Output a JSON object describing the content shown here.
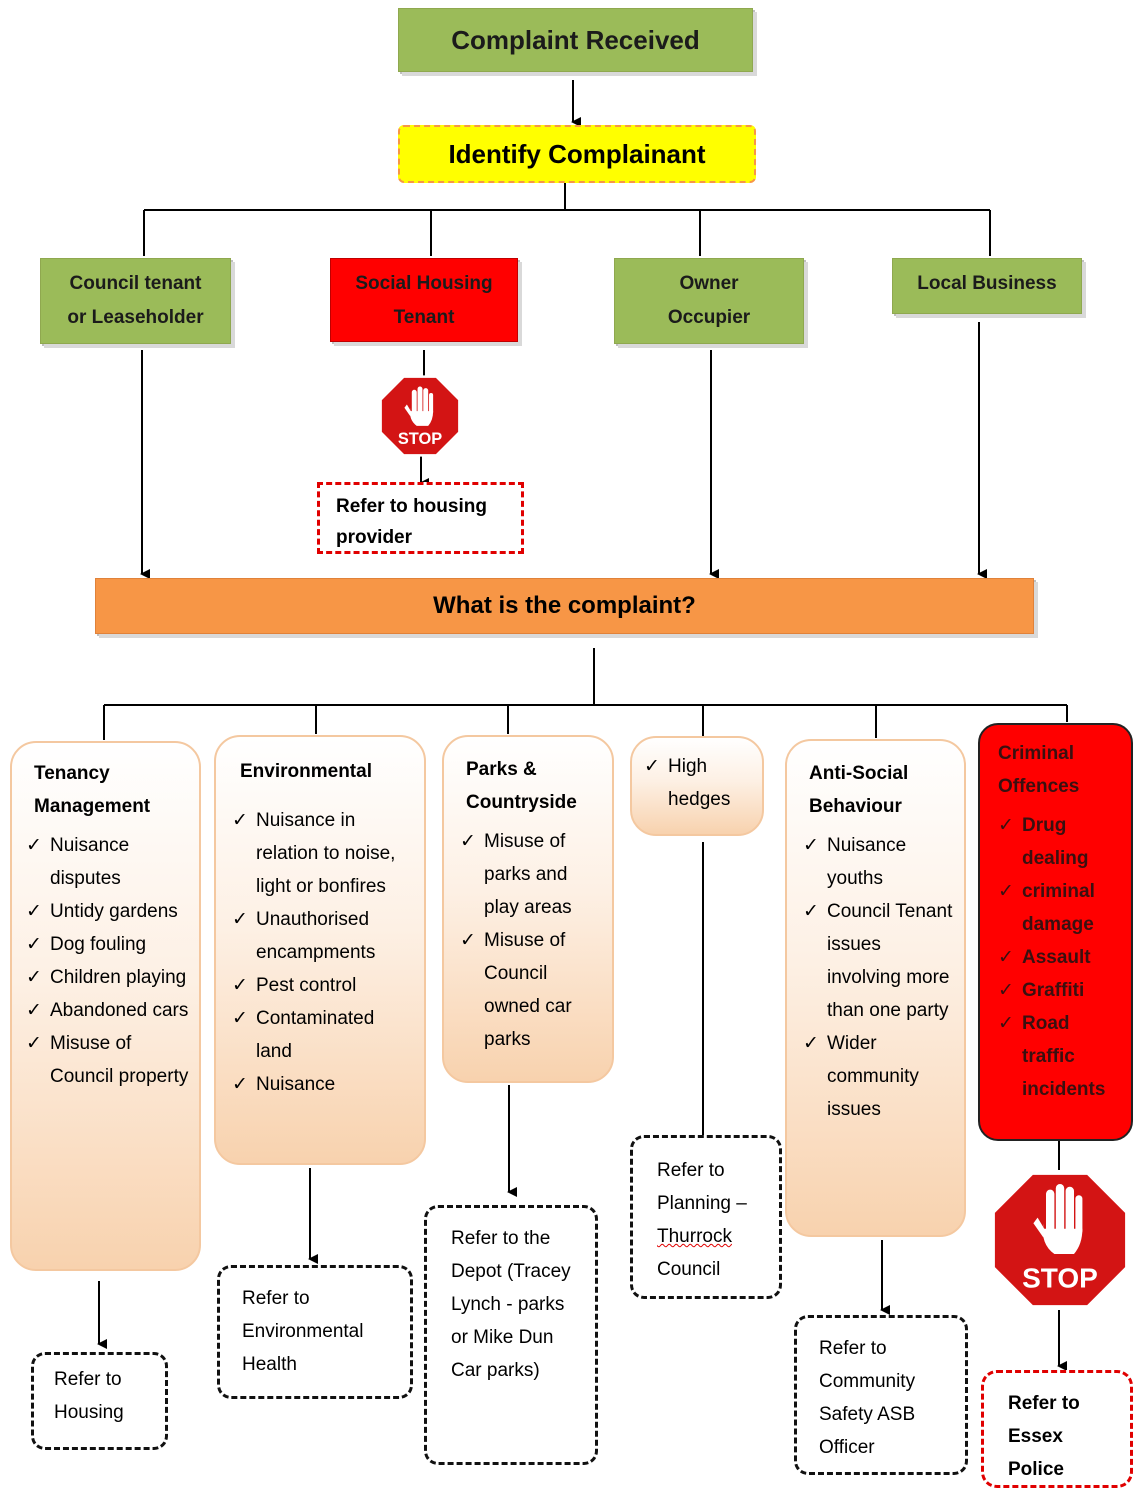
{
  "start": {
    "label": "Complaint Received"
  },
  "identify": {
    "label": "Identify Complainant"
  },
  "complainants": [
    {
      "line1": "Council tenant",
      "line2": "or Leaseholder"
    },
    {
      "line1": "Social Housing",
      "line2": "Tenant"
    },
    {
      "line1": "Owner",
      "line2": "Occupier"
    },
    {
      "line1": "Local Business",
      "line2": ""
    }
  ],
  "stop_sign_text": "STOP",
  "housing_provider": {
    "line1": "Refer to housing",
    "line2": "provider"
  },
  "question": {
    "label": "What is the complaint?"
  },
  "categories": {
    "tenancy": {
      "title": "Tenancy Management",
      "items": [
        "Nuisance disputes",
        "Untidy gardens",
        "Dog fouling",
        "Children playing",
        "Abandoned cars",
        "Misuse of Council property"
      ]
    },
    "environmental": {
      "title": "Environmental",
      "items": [
        "Nuisance in relation to noise, light or bonfires",
        "Unauthorised encampments",
        "Pest control",
        "Contaminated land",
        "Nuisance"
      ]
    },
    "parks": {
      "title": "Parks & Countryside",
      "items": [
        "Misuse of parks and play areas",
        "Misuse of Council owned car parks"
      ]
    },
    "hedges": {
      "items": [
        "High hedges"
      ]
    },
    "asb": {
      "title": "Anti-Social Behaviour",
      "items": [
        "Nuisance youths",
        "Council Tenant issues involving more than one party",
        "Wider community issues"
      ]
    },
    "criminal": {
      "title": "Criminal Offences",
      "items": [
        "Drug dealing",
        "criminal damage",
        "Assault",
        "Graffiti",
        "Road traffic incidents"
      ]
    }
  },
  "referrals": {
    "housing": "Refer to Housing",
    "env_health": "Refer to Environmental Health",
    "depot": "Refer to the Depot (Tracey Lynch - parks or Mike Dun Car parks)",
    "planning_prefix": "Refer to Planning –",
    "planning_thurrock": "Thurrock",
    "planning_suffix": "Council",
    "community_safety": "Refer to Community Safety ASB Officer",
    "police": "Refer to Essex Police"
  },
  "colors": {
    "green": "#9bbb59",
    "red": "#ff0000",
    "yellow": "#ffff00",
    "orange": "#f79646"
  }
}
